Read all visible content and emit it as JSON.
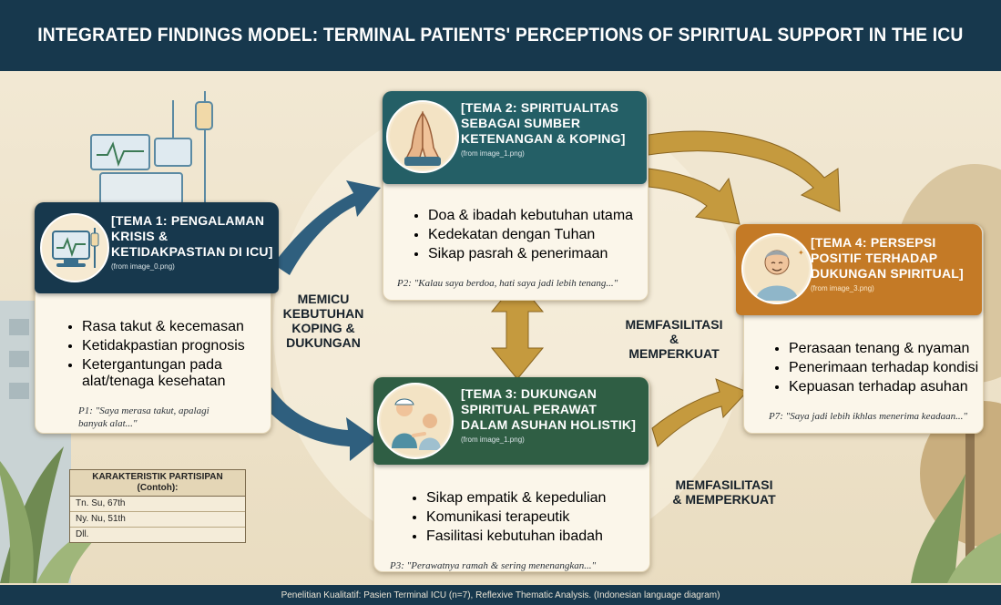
{
  "title": "INTEGRATED FINDINGS MODEL: TERMINAL PATIENTS' PERCEPTIONS OF SPIRITUAL SUPPORT IN THE ICU",
  "colors": {
    "navy": "#17384d",
    "teal": "#245f66",
    "green": "#2f5e44",
    "orange": "#c47a26",
    "arrow_gold": "#c59a3e",
    "arrow_blue": "#2f5f7e"
  },
  "theme1": {
    "title": "[TEMA 1: PENGALAMAN\nKRISIS &\nKETIDAKPASTIAN DI ICU]",
    "source": "(from image_0.png)",
    "icon": "monitor-icon",
    "bullets": [
      "Rasa takut & kecemasan",
      "Ketidakpastian prognosis",
      "Ketergantungan pada alat/tenaga kesehatan"
    ],
    "quote": "P1: \"Saya merasa takut, apalagi banyak alat...\""
  },
  "theme2": {
    "title": "[TEMA 2: SPIRITUALITAS\nSEBAGAI SUMBER\nKETENANGAN & KOPING]",
    "source": "(from image_1.png)",
    "icon": "praying-hands-icon",
    "bullets": [
      "Doa & ibadah kebutuhan utama",
      "Kedekatan dengan Tuhan",
      "Sikap pasrah & penerimaan"
    ],
    "quote": "P2: \"Kalau saya berdoa, hati saya jadi lebih tenang...\""
  },
  "theme3": {
    "title": "[TEMA 3: DUKUNGAN\nSPIRITUAL PERAWAT\nDALAM ASUHAN HOLISTIK]",
    "source": "(from image_1.png)",
    "icon": "nurse-patient-icon",
    "bullets": [
      "Sikap empatik & kepedulian",
      "Komunikasi terapeutik",
      "Fasilitasi kebutuhan ibadah"
    ],
    "quote": "P3: \"Perawatnya ramah & sering menenangkan...\""
  },
  "theme4": {
    "title": "[TEMA 4: PERSEPSI\nPOSITIF TERHADAP\nDUKUNGAN SPIRITUAL]",
    "source": "(from image_3.png)",
    "icon": "peaceful-patient-icon",
    "bullets": [
      "Perasaan tenang & nyaman",
      "Penerimaan terhadap kondisi",
      "Kepuasan terhadap asuhan"
    ],
    "quote": "P7: \"Saya jadi lebih ikhlas menerima keadaan...\""
  },
  "labels": {
    "trigger": "MEMICU\nKEBUTUHAN\nKOPING &\nDUKUNGAN",
    "facilitate_top": "MEMFASILITASI\n&\nMEMPERKUAT",
    "facilitate_bottom": "MEMFASILITASI\n& MEMPERKUAT"
  },
  "participants": {
    "header": "KARAKTERISTIK PARTISIPAN\n(Contoh):",
    "rows": [
      "Tn. Su, 67th",
      "Ny. Nu, 51th",
      "Dll."
    ]
  },
  "footer": "Penelitian Kualitatif: Pasien Terminal ICU (n=7), Reflexive Thematic Analysis. (Indonesian language diagram)"
}
